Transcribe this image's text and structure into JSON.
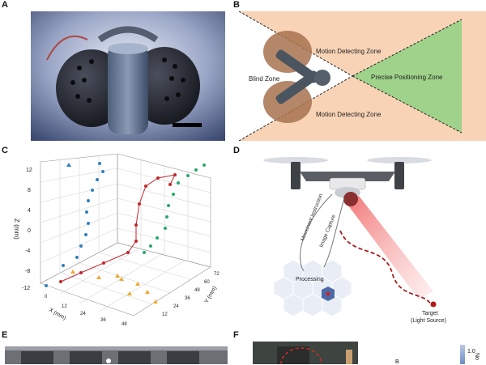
{
  "panels": {
    "A": {
      "letter": "A"
    },
    "B": {
      "letter": "B",
      "labels": {
        "motion_top": "Motion Detecting Zone",
        "blind": "Blind Zone",
        "precise": "Precise Positioning Zone",
        "motion_bottom": "Motion Detecting Zone"
      }
    },
    "C": {
      "letter": "C",
      "zlabel": "Z (mm)",
      "xlabel": "X (mm)",
      "ylabel": "Y (mm)",
      "z_ticks": [
        "12",
        "8",
        "4",
        "0",
        "-4",
        "-8",
        "-12"
      ],
      "x_ticks": [
        "0",
        "12",
        "24",
        "36",
        "48"
      ],
      "y_ticks": [
        "72",
        "60",
        "48",
        "36",
        "24",
        "12"
      ]
    },
    "D": {
      "letter": "D",
      "labels": {
        "movement": "Movement Instruction",
        "capture": "Image Capture",
        "processing": "Processing",
        "target_line1": "Target",
        "target_line2": "(Light Source)"
      }
    },
    "E": {
      "letter": "E"
    },
    "F": {
      "letter": "F",
      "colorbar_max": "1.0",
      "colorbar_side": "No",
      "small_label": "B"
    }
  },
  "colors": {
    "zone_orange": "#f8d3b6",
    "zone_green": "#9fd28a",
    "series_red": "#c1272d",
    "series_blue": "#2f7fc1",
    "series_green": "#2aa86b",
    "series_orange": "#f0a830"
  }
}
